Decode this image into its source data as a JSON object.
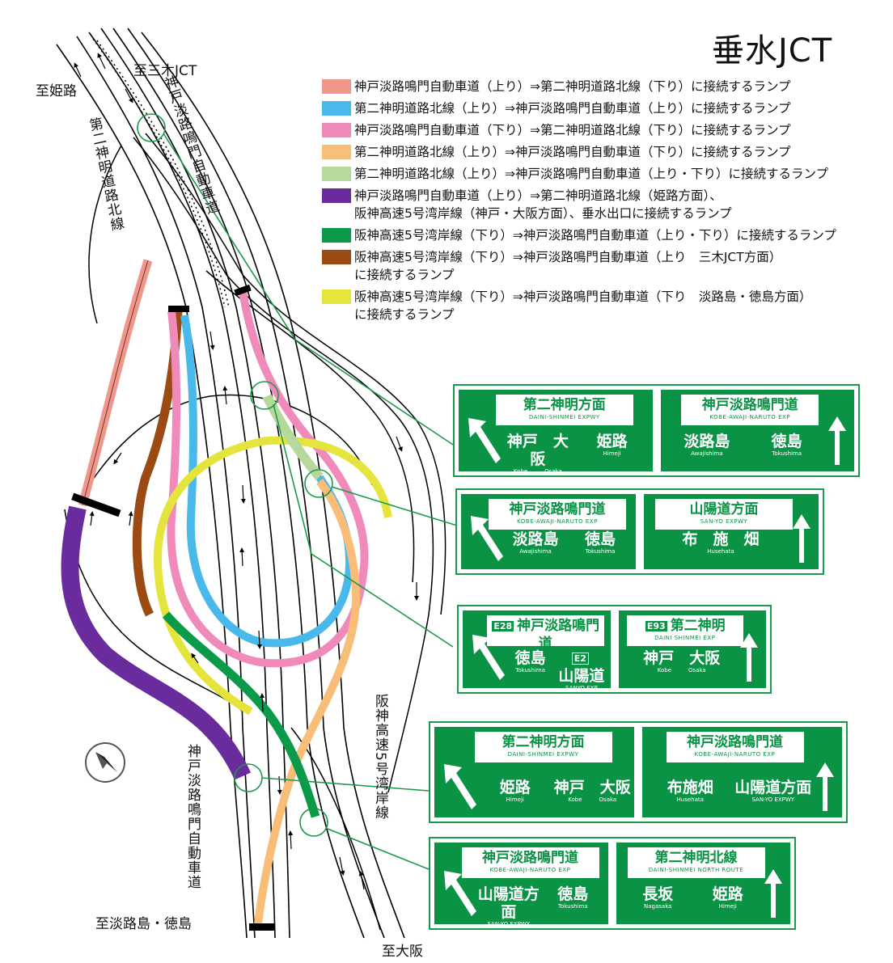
{
  "title": "垂水JCT",
  "legend": [
    {
      "color": "#f0968a",
      "text": "神戸淡路鳴門自動車道（上り）⇒第二神明道路北線（下り）に接続するランプ"
    },
    {
      "color": "#49b8ea",
      "text": "第二神明道路北線（上り）⇒神戸淡路鳴門自動車道（上り）に接続するランプ"
    },
    {
      "color": "#ef8abb",
      "text": "神戸淡路鳴門自動車道（下り）⇒第二神明道路北線（下り）に接続するランプ"
    },
    {
      "color": "#f8be78",
      "text": "第二神明道路北線（上り）⇒神戸淡路鳴門自動車道（下り）に接続するランプ"
    },
    {
      "color": "#b6d89a",
      "text": "第二神明道路北線（上り）⇒神戸淡路鳴門自動車道（上り・下り）に接続するランプ"
    },
    {
      "color": "#6a2b9c",
      "text": "神戸淡路鳴門自動車道（上り）⇒第二神明道路北線（姫路方面）、\n阪神高速5号湾岸線（神戸・大阪方面）、垂水出口に接続するランプ"
    },
    {
      "color": "#0a9a4a",
      "text": "阪神高速5号湾岸線（下り）⇒神戸淡路鳴門自動車道（上り・下り）に接続するランプ"
    },
    {
      "color": "#9a4a12",
      "text": "阪神高速5号湾岸線（下り）⇒神戸淡路鳴門自動車道（上り　三木JCT方面）\nに接続するランプ"
    },
    {
      "color": "#e4e43c",
      "text": "阪神高速5号湾岸線（下り）⇒神戸淡路鳴門自動車道（下り　淡路島・徳島方面）\nに接続するランプ"
    }
  ],
  "labels": {
    "to_himeji": "至姫路",
    "to_miki": "至三木JCT",
    "road_kobe_awaji_top": "神戸淡路鳴門自動車道",
    "road_daini_north": "第二神明道路北線",
    "road_hanshin_5": "阪神高速5号湾岸線",
    "road_kobe_awaji_bottom": "神戸淡路鳴門自動車道",
    "to_awaji": "至淡路島・徳島",
    "to_osaka": "至大阪"
  },
  "signs": [
    {
      "left": {
        "title": "第二神明方面",
        "title_en": "DAINI-SHINMEI EXPWY",
        "dests": [
          {
            "text": "神戸　大阪",
            "en": "Kobe　　　Osaka"
          },
          {
            "text": "姫路",
            "en": "Himeji"
          }
        ]
      },
      "right": {
        "title": "神戸淡路鳴門道",
        "title_en": "KOBE-AWAJI-NARUTO EXP",
        "dests": [
          {
            "text": "淡路島",
            "en": "Awajishima"
          },
          {
            "text": "徳島",
            "en": "Tokushima"
          }
        ]
      }
    },
    {
      "left": {
        "title": "神戸淡路鳴門道",
        "title_en": "KOBE-AWAJI-NARUTO EXP",
        "dests": [
          {
            "text": "淡路島",
            "en": "Awajishima"
          },
          {
            "text": "徳島",
            "en": "Tokushima"
          }
        ]
      },
      "right": {
        "title": "山陽道方面",
        "title_en": "SAN-YO EXPWY",
        "dests": [
          {
            "text": "布　施　畑",
            "en": "Husehata"
          }
        ]
      }
    },
    {
      "left": {
        "badge": "E28",
        "title": "神戸淡路鳴門道",
        "title_en": "KOBE AWAJI NARUTO EXP",
        "dests": [
          {
            "text": "徳島",
            "en": "Tokushima"
          },
          {
            "badge": "E2",
            "text": "山陽道",
            "en": "SANYO EXP"
          }
        ]
      },
      "right": {
        "badge": "E93",
        "title": "第二神明",
        "title_en": "DAINI SHINMEI EXP",
        "dests": [
          {
            "text": "神戸　大阪",
            "en": "Kobe　　　Osaka"
          }
        ]
      }
    },
    {
      "left": {
        "title": "第二神明方面",
        "title_en": "DAINI-SHINMEI EXPWY",
        "dests": [
          {
            "text": "姫路",
            "en": "Himeji"
          },
          {
            "text": "神戸　大阪",
            "en": "Kobe　　　Osaka"
          }
        ]
      },
      "right": {
        "title": "神戸淡路鳴門道",
        "title_en": "KOBE-AWAJI-NARUTO EXP",
        "dests": [
          {
            "text": "布施畑",
            "en": "Husehata"
          },
          {
            "text": "山陽道方面",
            "en": "SAN-YO EXPWY"
          }
        ]
      }
    },
    {
      "left": {
        "title": "神戸淡路鳴門道",
        "title_en": "KOBE-AWAJI-NARUTO EXP",
        "dests": [
          {
            "text": "山陽道方面",
            "en": "SAN-YO EXPWY"
          },
          {
            "text": "徳島",
            "en": "Tokushima"
          }
        ]
      },
      "right": {
        "title": "第二神明北線",
        "title_en": "DAINI-SHINMEI NORTH ROUTE",
        "dests": [
          {
            "text": "長坂",
            "en": "Nagasaka"
          },
          {
            "text": "姫路",
            "en": "Himeji"
          }
        ]
      }
    }
  ]
}
